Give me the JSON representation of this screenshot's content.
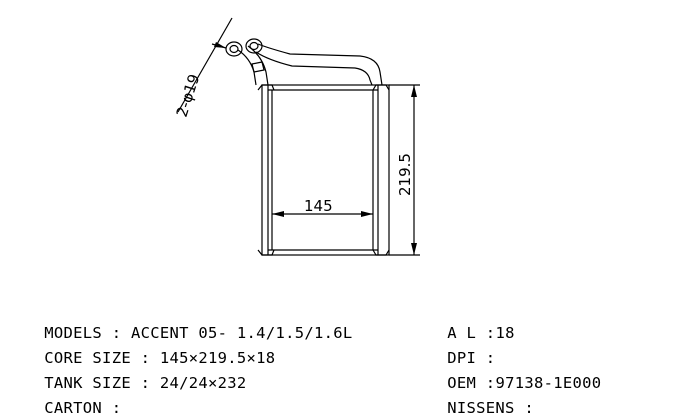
{
  "drawing": {
    "pipe_diameter_label": "2-φ19",
    "width_label": "145",
    "height_label": "219.5"
  },
  "specs_left": [
    {
      "label": "MODELS",
      "separator": " : ",
      "value": "ACCENT 05- 1.4/1.5/1.6L"
    },
    {
      "label": "CORE SIZE",
      "separator": " : ",
      "value": "145×219.5×18"
    },
    {
      "label": "TANK SIZE",
      "separator": " : ",
      "value": "24/24×232"
    },
    {
      "label": "CARTON",
      "separator": " : ",
      "value": ""
    }
  ],
  "specs_right": [
    {
      "label": "A L",
      "separator": " :",
      "value": "18"
    },
    {
      "label": "DPI",
      "separator": " :",
      "value": ""
    },
    {
      "label": "OEM",
      "separator": " :",
      "value": "97138-1E000"
    },
    {
      "label": "NISSENS",
      "separator": " :",
      "value": ""
    }
  ]
}
